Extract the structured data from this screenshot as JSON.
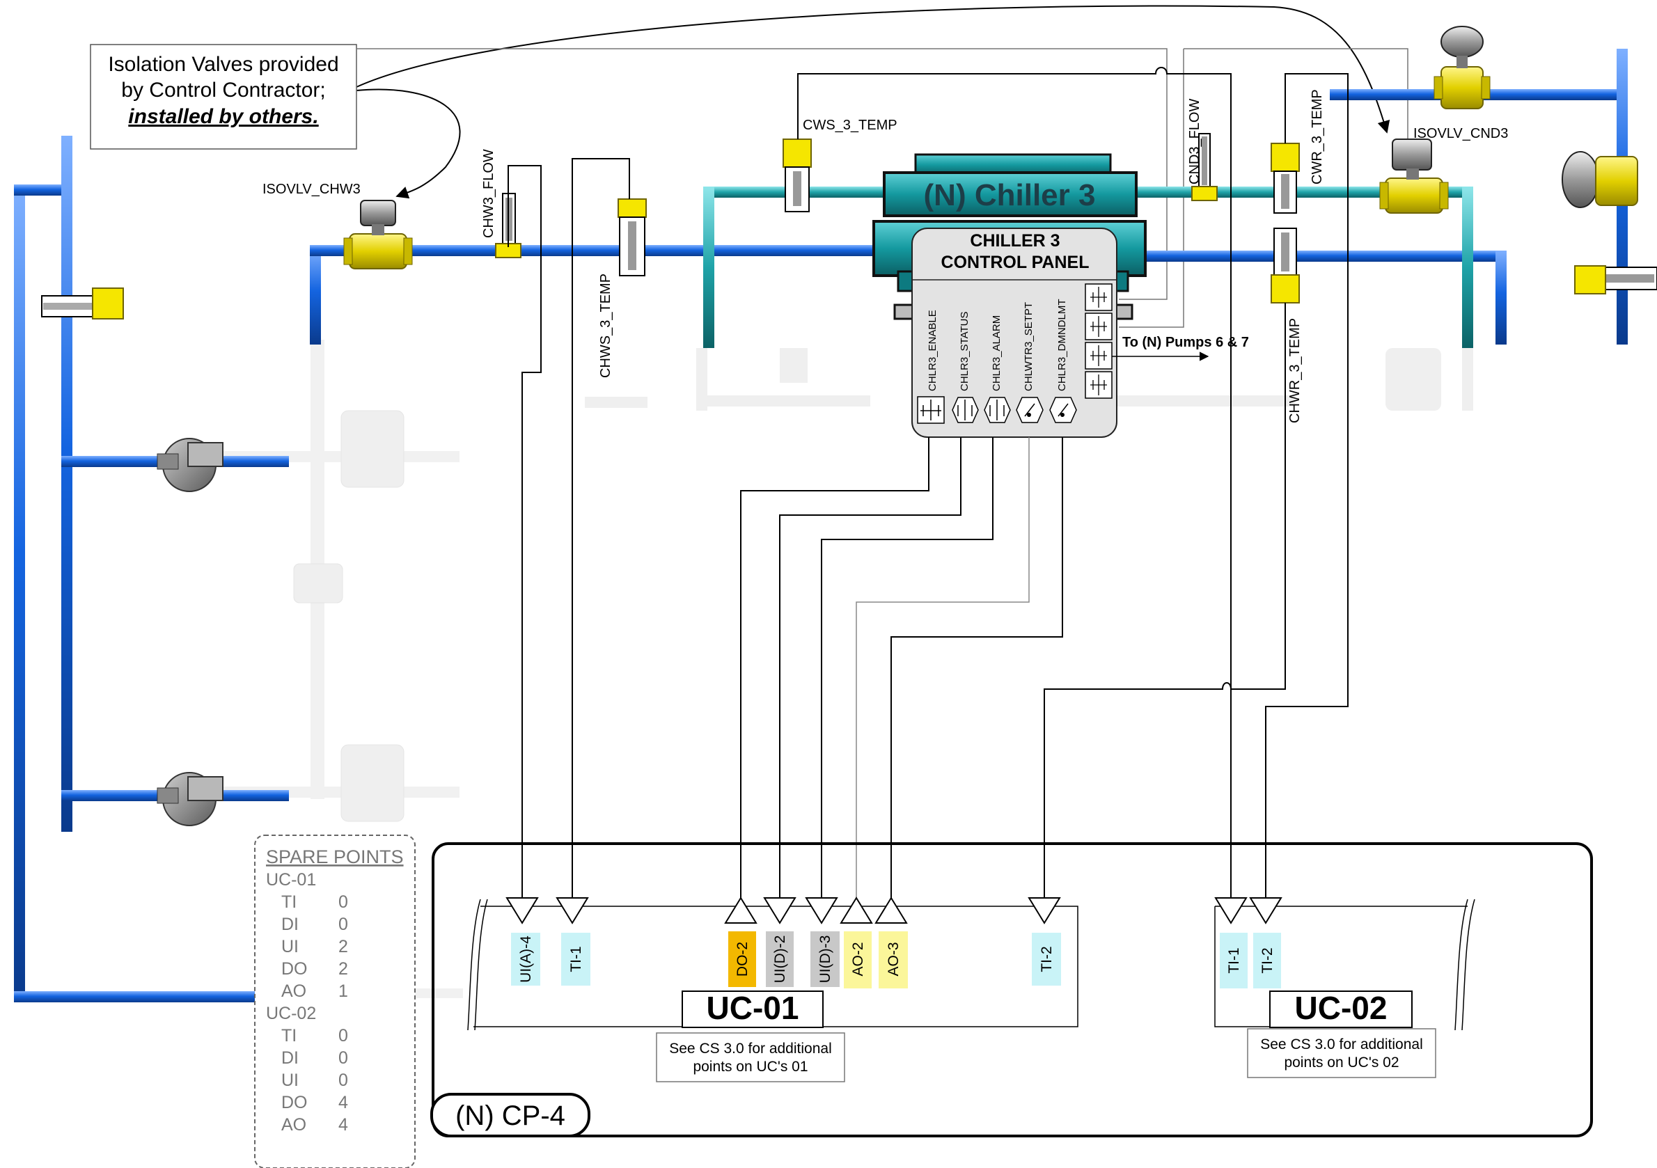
{
  "colors": {
    "chw_pipe": "#1464e0",
    "cw_pipe": "#1fa3a8",
    "chiller": "#18a0a8",
    "device_yellow": "#f5e600",
    "control_panel": "#e3e3e3",
    "ghost": "#dcdcdc",
    "tag_cyan": "#c9f3f7",
    "tag_orange": "#f3b800",
    "tag_gray": "#c8c8c8",
    "tag_yellow": "#fbf69a"
  },
  "callout": {
    "line1": "Isolation Valves provided",
    "line2": "by Control Contractor;",
    "line3": "installed by others."
  },
  "labels": {
    "isovlv_chw3": "ISOVLV_CHW3",
    "isovlv_cnd3": "ISOVLV_CND3",
    "chw3_flow": "CHW3_FLOW",
    "chws_3_temp": "CHWS_3_TEMP",
    "cws_3_temp": "CWS_3_TEMP",
    "cnd3_flow": "CND3_FLOW",
    "cwr_3_temp": "CWR_3_TEMP",
    "chwr_3_temp": "CHWR_3_TEMP",
    "pumps_note": "To (N) Pumps 6 & 7"
  },
  "chiller": {
    "name": "(N) Chiller 3",
    "panel_line1": "CHILLER 3",
    "panel_line2": "CONTROL PANEL",
    "points": [
      "CHLR3_ENABLE",
      "CHLR3_STATUS",
      "CHLR3_ALARM",
      "CHLWTR3_SETPT",
      "CHLR3_DMNDLMT"
    ]
  },
  "spare": {
    "title": "SPARE POINTS",
    "groups": [
      {
        "name": "UC-01",
        "rows": [
          {
            "k": "TI",
            "v": "0"
          },
          {
            "k": "DI",
            "v": "0"
          },
          {
            "k": "UI",
            "v": "2"
          },
          {
            "k": "DO",
            "v": "2"
          },
          {
            "k": "AO",
            "v": "1"
          }
        ]
      },
      {
        "name": "UC-02",
        "rows": [
          {
            "k": "TI",
            "v": "0"
          },
          {
            "k": "DI",
            "v": "0"
          },
          {
            "k": "UI",
            "v": "0"
          },
          {
            "k": "DO",
            "v": "4"
          },
          {
            "k": "AO",
            "v": "4"
          }
        ]
      }
    ]
  },
  "panel": {
    "name": "(N) CP-4"
  },
  "uc01": {
    "name": "UC-01",
    "note_line1": "See CS 3.0 for additional",
    "note_line2": "points on UC's 01",
    "tags": [
      "UI(A)-4",
      "TI-1",
      "DO-2",
      "UI(D)-2",
      "UI(D)-3",
      "AO-2",
      "AO-3",
      "TI-2"
    ]
  },
  "uc02": {
    "name": "UC-02",
    "note_line1": "See CS 3.0 for additional",
    "note_line2": "points on UC's 02",
    "tags": [
      "TI-1",
      "TI-2"
    ]
  }
}
